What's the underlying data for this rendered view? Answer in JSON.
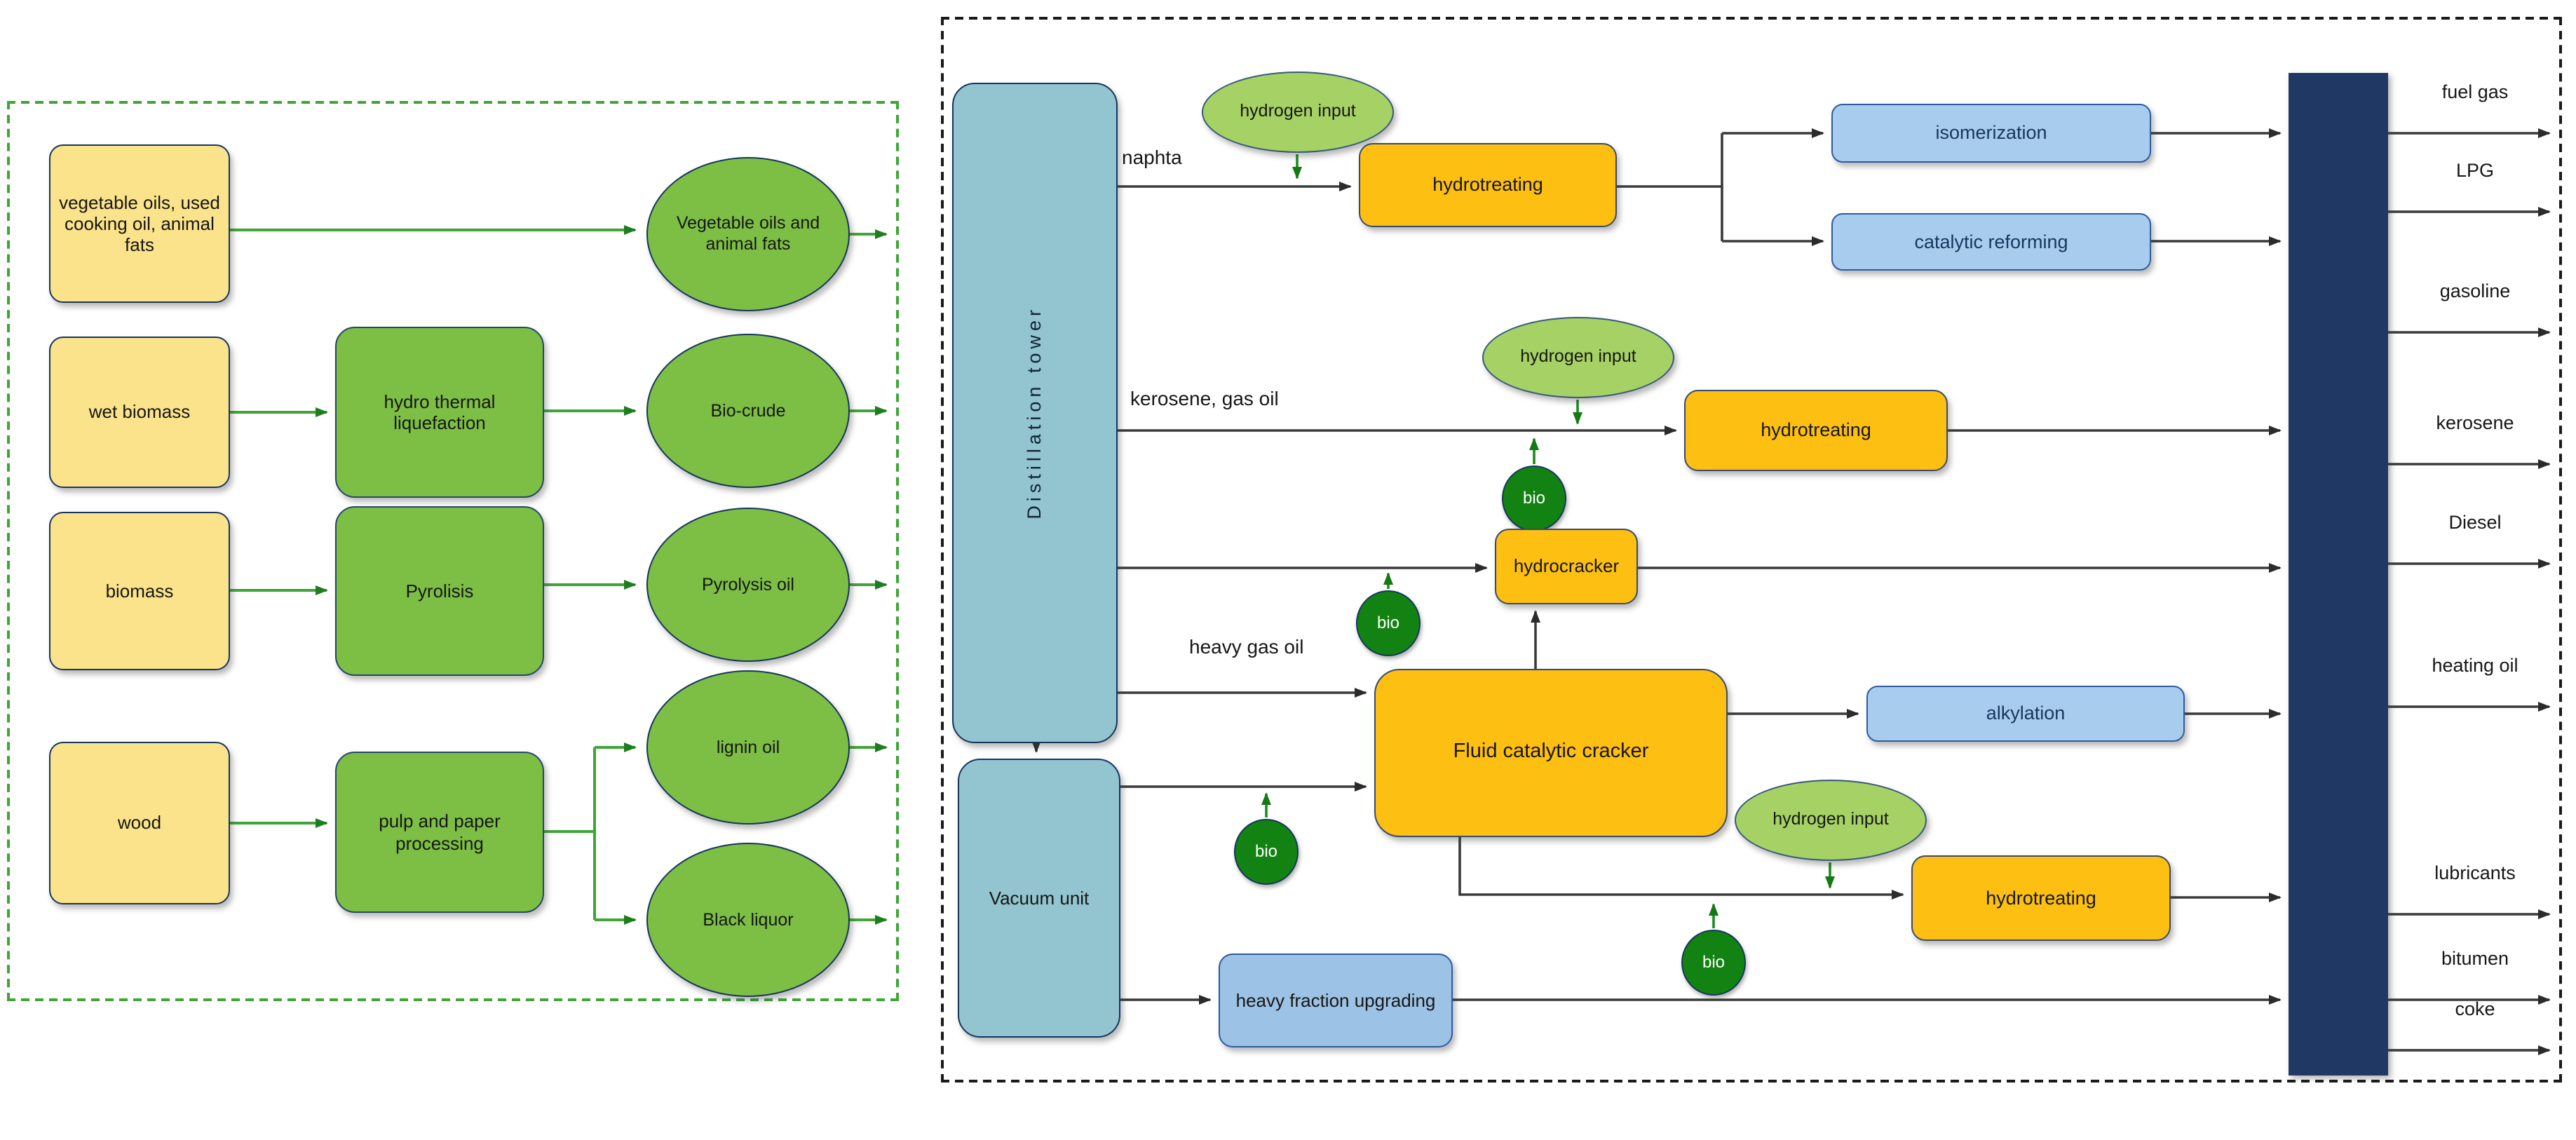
{
  "left": {
    "box_veg": "vegetable oils, used cooking oil, animal fats",
    "box_wet": "wet biomass",
    "box_biomass": "biomass",
    "box_wood": "wood",
    "proc_htl": "hydro thermal liquefaction",
    "proc_pyrolisis": "Pyrolisis",
    "proc_pulp": "pulp and paper processing",
    "out_veg": "Vegetable oils and animal fats",
    "out_biocrude": "Bio-crude",
    "out_pyrolysis": "Pyrolysis oil",
    "out_lignin": "lignin oil",
    "out_black": "Black liquor"
  },
  "right": {
    "tower": "Distillation tower",
    "vacuum": "Vacuum unit",
    "hydrogen_input": "hydrogen input",
    "bio": "bio",
    "naphta": "naphta",
    "kerosene_gas_oil": "kerosene, gas oil",
    "heavy_gas_oil": "heavy gas oil",
    "hydrotreating": "hydrotreating",
    "isomerization": "isomerization",
    "catalytic_reforming": "catalytic reforming",
    "hydrocracker": "hydrocracker",
    "fcc": "Fluid catalytic cracker",
    "alkylation": "alkylation",
    "hfu": "heavy fraction upgrading",
    "products": [
      "fuel gas",
      "LPG",
      "gasoline",
      "kerosene",
      "Diesel",
      "heating oil",
      "lubricants",
      "bitumen",
      "coke"
    ]
  },
  "colors": {
    "feedstock_yellow": "#FBE38B",
    "process_green": "#7DBE45",
    "hydrogen_green": "#A6D164",
    "bio_green": "#128312",
    "unit_teal": "#92C5CF",
    "unit_orange": "#FDBF12",
    "unit_blue": "#A8CCEE",
    "bar_navy": "#1F3864",
    "left_border_green": "#3FA535"
  }
}
